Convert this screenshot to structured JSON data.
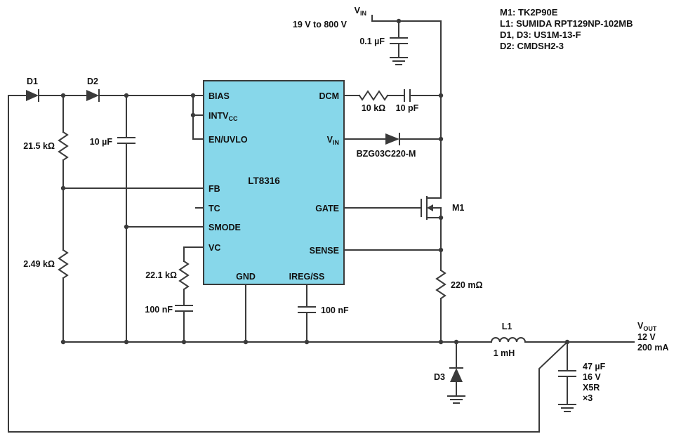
{
  "colors": {
    "ic_fill": "#87d7ea",
    "wire": "#3a3a3a",
    "text": "#111111"
  },
  "notes": {
    "line1": "M1: TK2P90E",
    "line2": "L1: SUMIDA RPT129NP-102MB",
    "line3": "D1, D3: US1M-13-F",
    "line4": "D2: CMDSH2-3"
  },
  "supply": {
    "label_main": "V",
    "label_sub": "IN",
    "range": "19 V to 800 V",
    "bypass_cap": "0.1 µF"
  },
  "ic": {
    "name": "LT8316",
    "pins": {
      "bias": "BIAS",
      "intvcc_main": "INTV",
      "intvcc_sub": "CC",
      "en_uvlo": "EN/UVLO",
      "fb": "FB",
      "tc": "TC",
      "smode": "SMODE",
      "vc": "VC",
      "gnd": "GND",
      "ireg_ss": "IREG/SS",
      "dcm": "DCM",
      "vin_main": "V",
      "vin_sub": "IN",
      "gate": "GATE",
      "sense": "SENSE"
    }
  },
  "components": {
    "d1": "D1",
    "d2": "D2",
    "d3": "D3",
    "r_fb_top": "21.5 kΩ",
    "r_fb_bottom": "2.49 kΩ",
    "c_bias": "10 µF",
    "r_vc": "22.1 kΩ",
    "c_vc": "100 nF",
    "c_ss": "100 nF",
    "r_dcm": "10 kΩ",
    "c_dcm": "10 pF",
    "d_vin": "BZG03C220-M",
    "m1": "M1",
    "r_sense": "220 mΩ",
    "l1": "L1",
    "l1_value": "1 mH",
    "c_out_value": "47 µF",
    "c_out_voltage": "16 V",
    "c_out_dielectric": "X5R",
    "c_out_count": "×3"
  },
  "output": {
    "label_main": "V",
    "label_sub": "OUT",
    "voltage": "12 V",
    "current": "200 mA"
  }
}
